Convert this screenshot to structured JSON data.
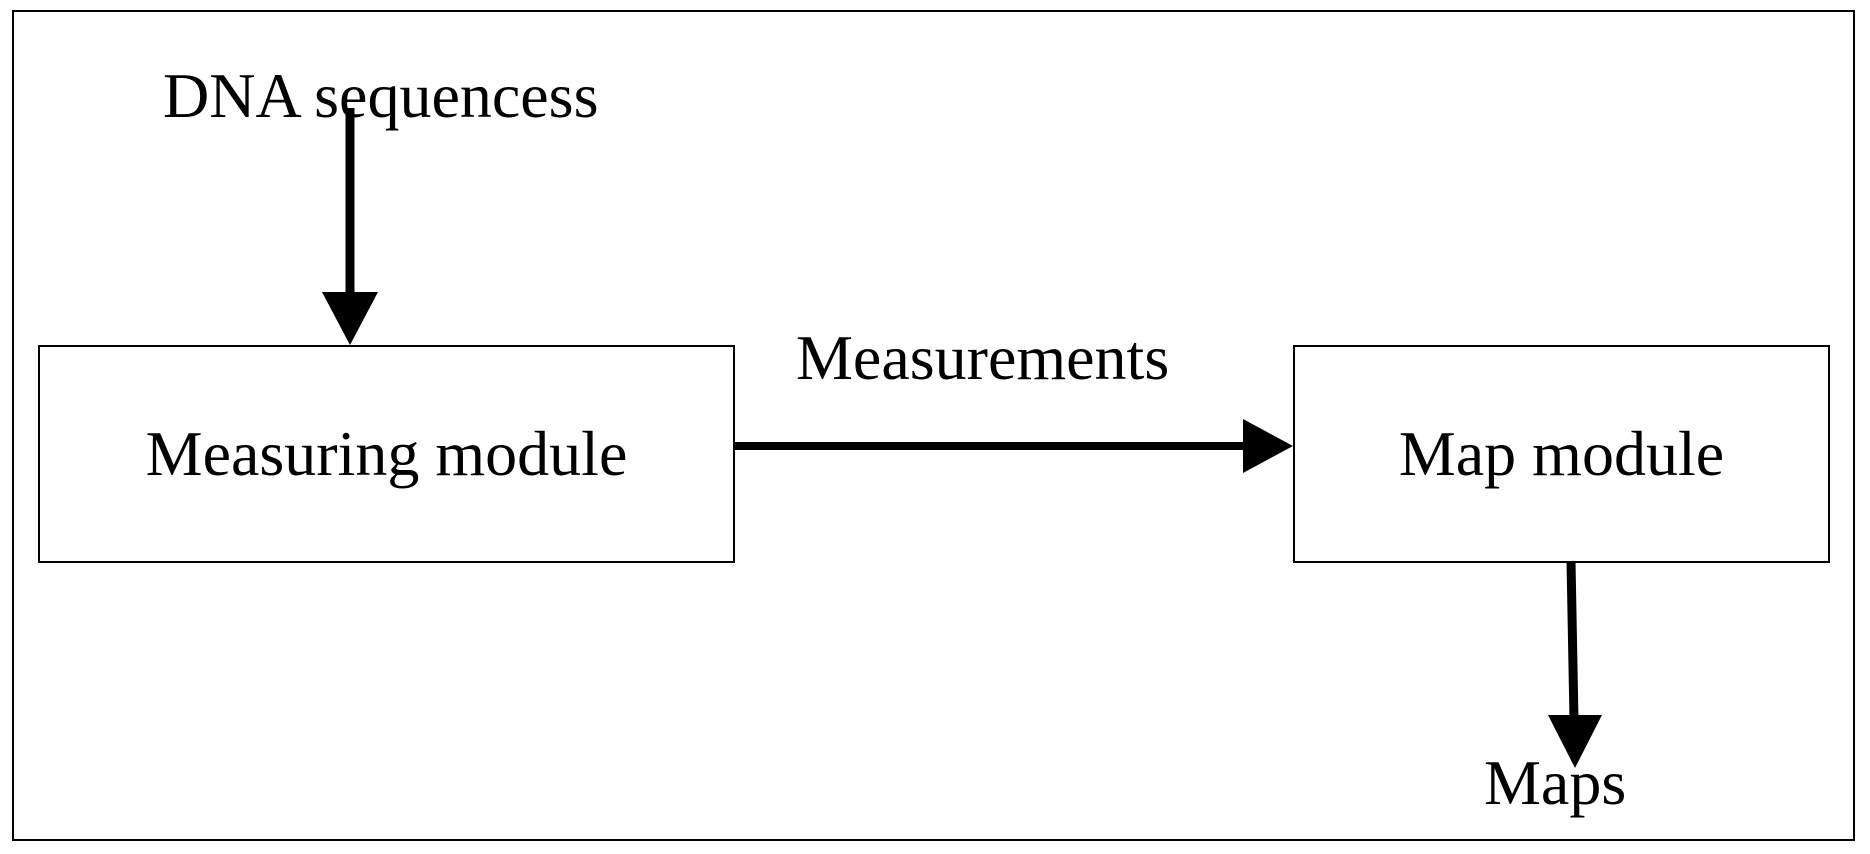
{
  "diagram": {
    "input_label": "DNA sequencess",
    "edge_label": "Measurements",
    "output_label": "Maps",
    "nodes": {
      "measuring": "Measuring module",
      "map": "Map module"
    }
  }
}
